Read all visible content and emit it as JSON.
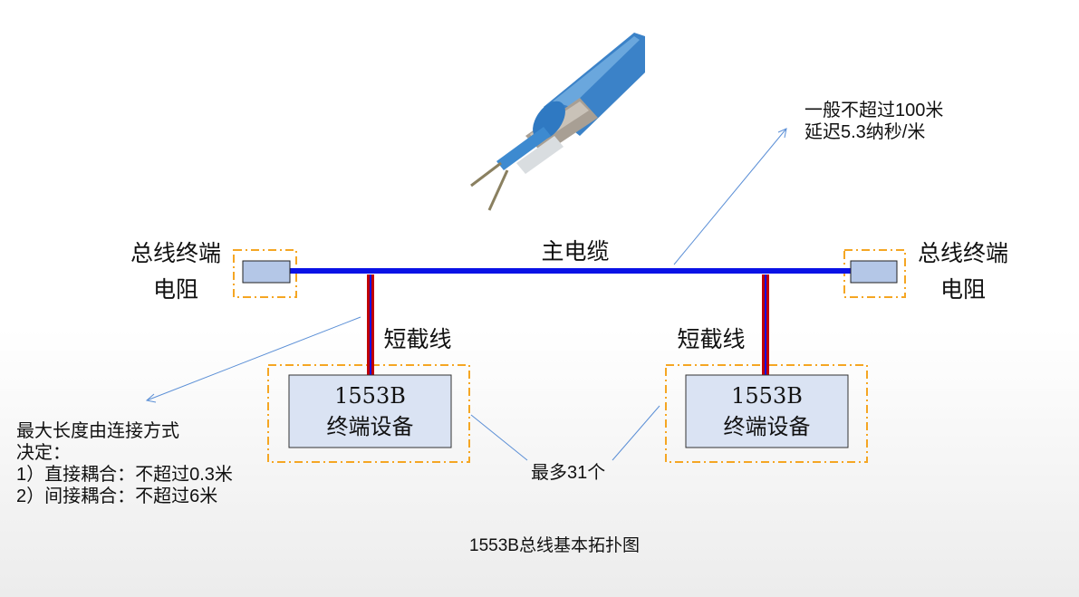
{
  "left_terminator": {
    "line1": "总线终端",
    "line2": "电阻"
  },
  "right_terminator": {
    "line1": "总线终端",
    "line2": "电阻"
  },
  "main_cable_label": "主电缆",
  "stub_left_label": "短截线",
  "stub_right_label": "短截线",
  "device_left": {
    "line1": "1553B",
    "line2": "终端设备"
  },
  "device_right": {
    "line1": "1553B",
    "line2": "终端设备"
  },
  "cable_note": {
    "line1": "一般不超过100米",
    "line2": "延迟5.3纳秒/米"
  },
  "stub_note": {
    "line1": "最大长度由连接方式",
    "line2": "决定：",
    "line3": "1）直接耦合：不超过0.3米",
    "line4": "2）间接耦合：不超过6米"
  },
  "max_devices_label": "最多31个",
  "caption": "1553B总线基本拓扑图",
  "colors": {
    "bus": "#0a12e6",
    "stub": "#c00000",
    "dash_box": "#f5a623",
    "arrow": "#5b8fd6",
    "resistor_fill": "#b4c7e7",
    "device_fill": "#dae3f3"
  }
}
